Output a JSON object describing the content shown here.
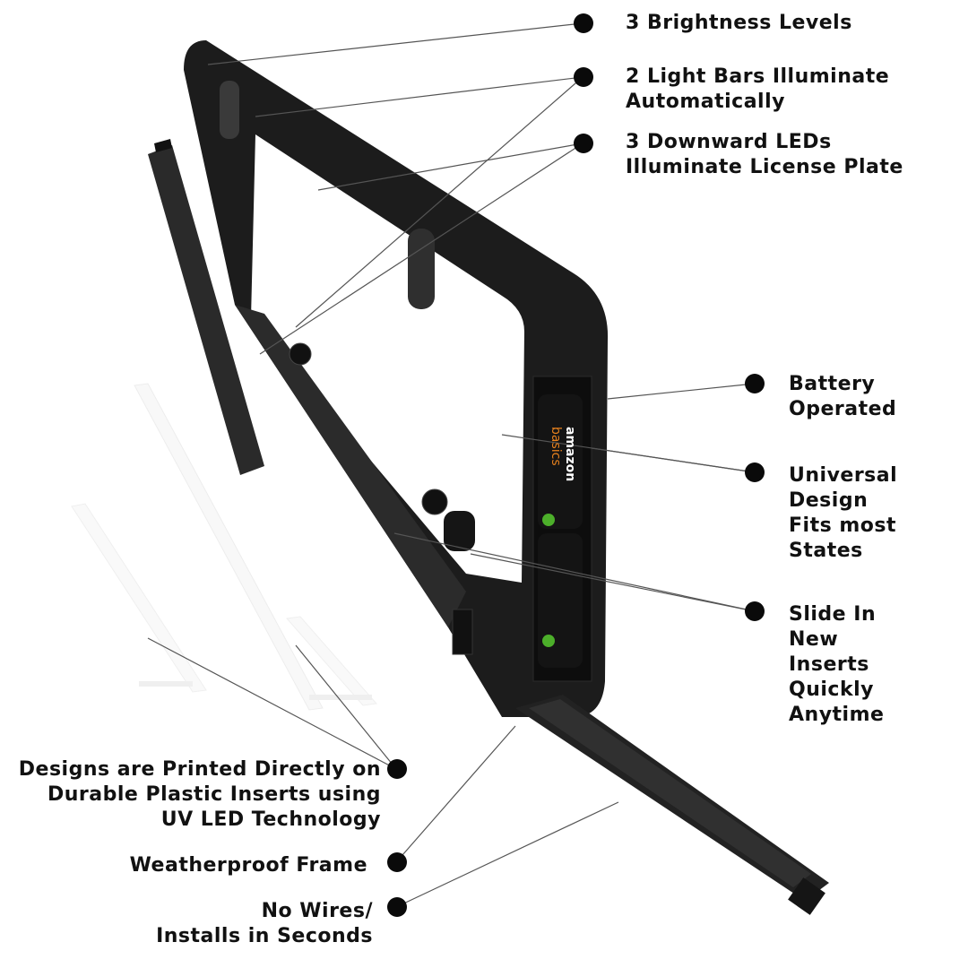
{
  "features": {
    "brightness": "3 Brightness Levels",
    "light_bars": "2 Light Bars Illuminate\nAutomatically",
    "downward_leds": "3 Downward LEDs\nIlluminate License Plate",
    "battery": "Battery\nOperated",
    "universal": "Universal\nDesign\nFits most\nStates",
    "slide_in": "Slide In\nNew\nInserts\nQuickly\nAnytime",
    "designs": "Designs are Printed Directly on\nDurable Plastic Inserts using\nUV LED Technology",
    "weatherproof": "Weatherproof Frame",
    "no_wires": "No Wires/\nInstalls in Seconds"
  },
  "battery_brand": "amazon",
  "battery_line": "basics",
  "colors": {
    "frame": "#1c1c1c",
    "dot": "#0a0a0a",
    "leader": "#555555",
    "accent": "#e8821e",
    "leaf": "#4caf2a"
  }
}
